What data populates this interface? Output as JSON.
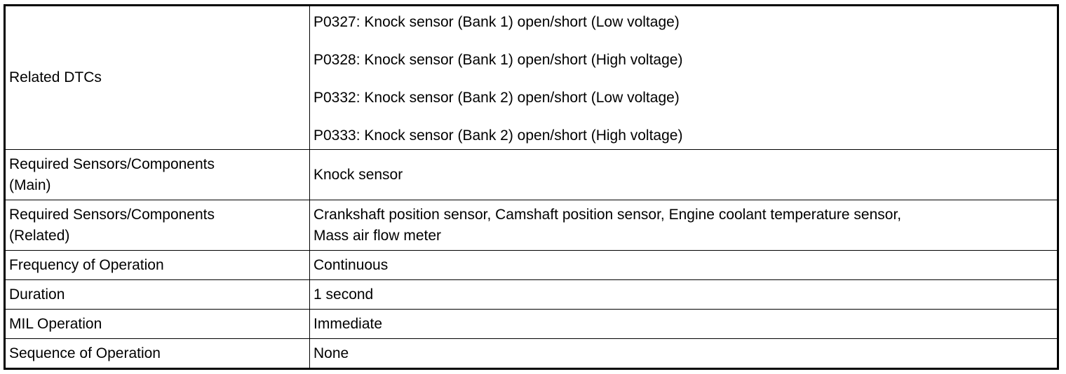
{
  "table": {
    "rows": [
      {
        "label": "Related DTCs",
        "values": [
          "P0327: Knock sensor (Bank 1) open/short (Low voltage)",
          "P0328: Knock sensor (Bank 1) open/short (High voltage)",
          "P0332: Knock sensor (Bank 2) open/short (Low voltage)",
          "P0333: Knock sensor (Bank 2) open/short (High voltage)"
        ]
      },
      {
        "label_lines": [
          "Required Sensors/Components",
          "(Main)"
        ],
        "value": "Knock sensor"
      },
      {
        "label_lines": [
          "Required Sensors/Components",
          "(Related)"
        ],
        "value_lines": [
          "Crankshaft position sensor, Camshaft position sensor, Engine coolant temperature sensor,",
          "Mass air flow meter"
        ]
      },
      {
        "label": "Frequency of Operation",
        "value": "Continuous"
      },
      {
        "label": "Duration",
        "value": "1 second"
      },
      {
        "label": "MIL Operation",
        "value": "Immediate"
      },
      {
        "label": "Sequence of Operation",
        "value": "None"
      }
    ]
  }
}
